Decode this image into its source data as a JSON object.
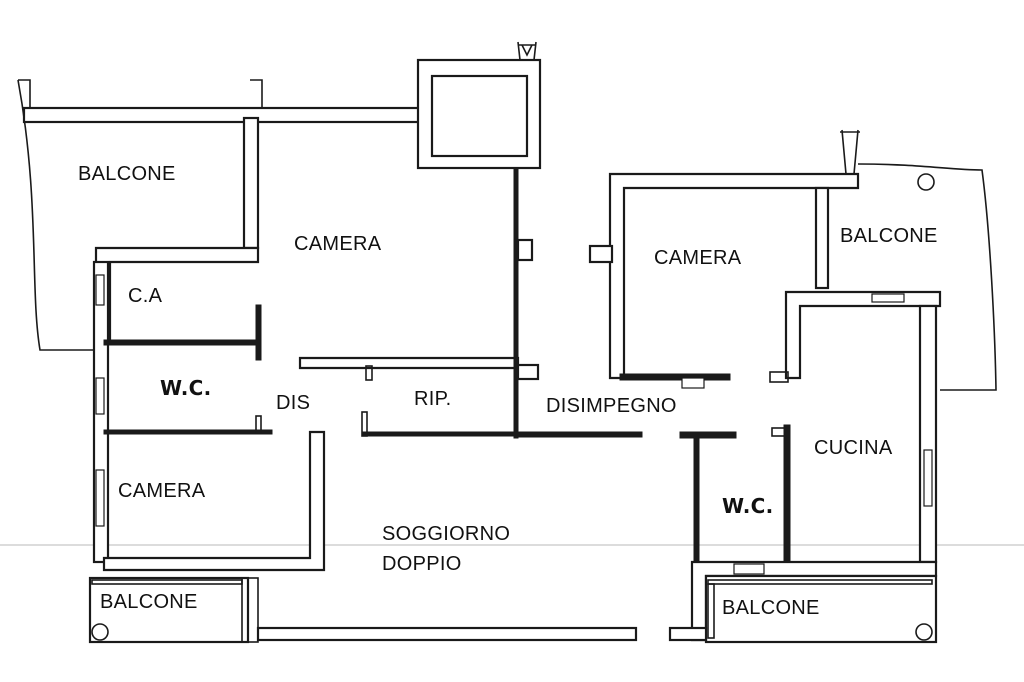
{
  "plan": {
    "rooms": {
      "balcone_nw": "BALCONE",
      "camera_center": "CAMERA",
      "ca": "C.A",
      "wc_left": "W.C.",
      "dis": "DIS",
      "rip": "RIP.",
      "camera_left": "CAMERA",
      "soggiorno_line1": "SOGGIORNO",
      "soggiorno_line2": "DOPPIO",
      "balcone_sw": "BALCONE",
      "disimpegno": "DISIMPEGNO",
      "camera_right": "CAMERA",
      "balcone_ne": "BALCONE",
      "cucina": "CUCINA",
      "wc_right": "W.C.",
      "balcone_se": "BALCONE"
    }
  }
}
